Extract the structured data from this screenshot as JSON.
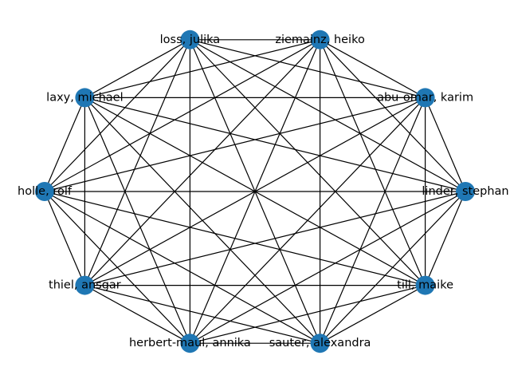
{
  "graph": {
    "node_color": "#1f77b4",
    "edge_color": "#000000",
    "complete_graph": true,
    "nodes": [
      {
        "id": "ziemainz",
        "label": "ziemainz, heiko"
      },
      {
        "id": "loss",
        "label": "loss, julika"
      },
      {
        "id": "laxy",
        "label": "laxy, michael"
      },
      {
        "id": "holle",
        "label": "holle, rolf"
      },
      {
        "id": "thiel",
        "label": "thiel, ansgar"
      },
      {
        "id": "herbert",
        "label": "herbert-maul, annika"
      },
      {
        "id": "sauter",
        "label": "sauter, alexandra"
      },
      {
        "id": "till",
        "label": "till, maike"
      },
      {
        "id": "linder",
        "label": "linder, stephan"
      },
      {
        "id": "abuomar",
        "label": "abu-omar, karim"
      }
    ]
  }
}
